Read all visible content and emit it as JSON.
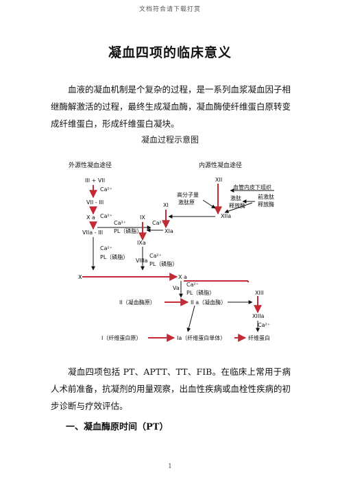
{
  "header": "文档符合请下载打赏",
  "title": "凝血四项的临床意义",
  "para1": "血液的凝血机制是个复杂的过程，是一系列血浆凝血因子相继酶解激活的过程，最终生成凝血酶，凝血酶使纤维蛋白原转变成纤维蛋白，形成纤维蛋白凝块。",
  "caption": "凝血过程示意图",
  "diagram": {
    "left_title": "外源性凝血途径",
    "right_title": "内源性凝血途径",
    "labels": {
      "iii_vii": "III + VII",
      "ca1": "Ca²⁺",
      "vii_iii": "VII - III",
      "xa1": "X a",
      "ca2": "Ca²⁺",
      "viia_iii": "VIIa - III",
      "ca3": "Ca²⁺",
      "pl3": "PL（磷脂）",
      "xii": "XII",
      "endo": "血管内皮下组织",
      "hmw1": "高分子量",
      "hmw2": "激肽原",
      "kin1": "激肽",
      "kin2": "释放酶",
      "pre1": "前激肽",
      "pre2": "释放酶",
      "xi": "XI",
      "xiia": "XIIa",
      "ix": "IX",
      "xia": "XIa",
      "ca4": "Ca²⁺",
      "ca5": "Ca²⁺",
      "pl5": "PL（磷脂）",
      "ixa": "IXa",
      "ca6": "Ca²⁺",
      "pl6": "PL（磷脂）",
      "viiia": "VIIIa",
      "x": "X",
      "xa2": "X a",
      "va": "Va",
      "ca7": "Ca²⁺",
      "pl7": "PL（磷脂）",
      "ii": "II（凝血酶原）",
      "iia": "II a（凝血酶）",
      "xiii": "XIII",
      "xiiia": "XIIIa",
      "ca8": "Ca²⁺",
      "i": "I（纤维蛋白原）",
      "ia": "Ia（纤维蛋白单体）",
      "fibrin": "纤维蛋白"
    }
  },
  "para2": "凝血四项包括 PT、APTT、TT、FIB。在临床上常用于病人术前准备，抗凝剂的用量观察，出血性疾病或血栓性疾病的初步诊断与疗效评估。",
  "heading1": "一、凝血酶原时间（PT）",
  "page_number": "1"
}
